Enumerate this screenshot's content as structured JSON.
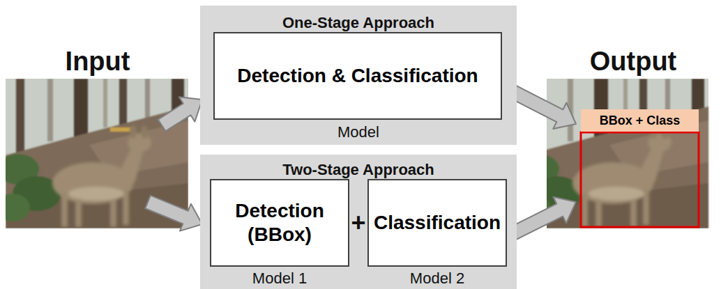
{
  "diagram": {
    "nodes": [
      {
        "text": [
          "One-Stage Approach"
        ]
      },
      {
        "text": [
          "Detection & Classification"
        ],
        "in": 0
      },
      {
        "text": [
          "Two-Stage Approach"
        ]
      },
      {
        "text": [
          "Detection (BBox)"
        ],
        "in": 2
      },
      {
        "text": [
          "Classification"
        ],
        "in": 2
      },
      {
        "text": [
          "BBox + Class"
        ]
      }
    ],
    "labels": [
      "Input",
      "Output",
      "Model",
      "+",
      "Model 1",
      "Model 2"
    ]
  }
}
